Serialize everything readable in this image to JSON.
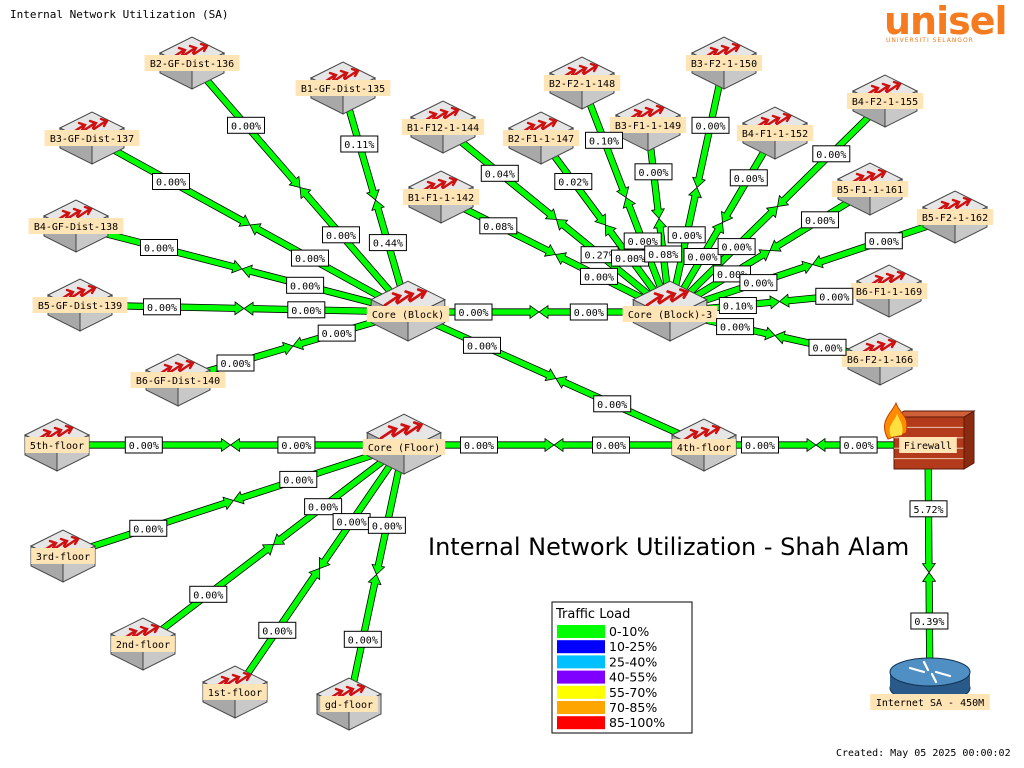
{
  "header": {
    "map_title": "Internal Network Utilization (SA)",
    "logo_text": "unisel",
    "logo_subtext": "UNIVERSITI SELANGOR",
    "logo_color": "#f47b20"
  },
  "main_title": "Internal Network Utilization - Shah Alam",
  "timestamp": "Created: May 05 2025 00:00:02",
  "colors": {
    "link_fill": "#00ff00",
    "link_stroke": "#000000",
    "label_bg": "#ffe4b5"
  },
  "legend": {
    "title": "Traffic Load",
    "items": [
      {
        "label": "0-10%",
        "color": "#00ff00"
      },
      {
        "label": "10-25%",
        "color": "#0000ff"
      },
      {
        "label": "25-40%",
        "color": "#00c0ff"
      },
      {
        "label": "40-55%",
        "color": "#8000ff"
      },
      {
        "label": "55-70%",
        "color": "#ffff00"
      },
      {
        "label": "70-85%",
        "color": "#ffa500"
      },
      {
        "label": "85-100%",
        "color": "#ff0000"
      }
    ]
  },
  "nodes": [
    {
      "id": "core_block",
      "label": "Core (Block)",
      "icon": "core-switch-icon"
    },
    {
      "id": "core_block3",
      "label": "Core (Block)-3",
      "icon": "core-switch-icon"
    },
    {
      "id": "core_floor",
      "label": "Core (Floor)",
      "icon": "core-switch-icon"
    },
    {
      "id": "fourth",
      "label": "4th-floor",
      "icon": "switch-icon"
    },
    {
      "id": "firewall",
      "label": "Firewall",
      "icon": "firewall-icon"
    },
    {
      "id": "internet",
      "label": "Internet SA - 450M",
      "icon": "router-icon"
    },
    {
      "id": "b2gf",
      "label": "B2-GF-Dist-136",
      "icon": "switch-icon"
    },
    {
      "id": "b1gf",
      "label": "B1-GF-Dist-135",
      "icon": "switch-icon"
    },
    {
      "id": "b3gf",
      "label": "B3-GF-Dist-137",
      "icon": "switch-icon"
    },
    {
      "id": "b4gf",
      "label": "B4-GF-Dist-138",
      "icon": "switch-icon"
    },
    {
      "id": "b5gf",
      "label": "B5-GF-Dist-139",
      "icon": "switch-icon"
    },
    {
      "id": "b6gf",
      "label": "B6-GF-Dist-140",
      "icon": "switch-icon"
    },
    {
      "id": "b2f2",
      "label": "B2-F2-1-148",
      "icon": "switch-icon"
    },
    {
      "id": "b3f2",
      "label": "B3-F2-1-150",
      "icon": "switch-icon"
    },
    {
      "id": "b1f12",
      "label": "B1-F12-1-144",
      "icon": "switch-icon"
    },
    {
      "id": "b2f1",
      "label": "B2-F1-1-147",
      "icon": "switch-icon"
    },
    {
      "id": "b3f1",
      "label": "B3-F1-1-149",
      "icon": "switch-icon"
    },
    {
      "id": "b4f2",
      "label": "B4-F2-1-155",
      "icon": "switch-icon"
    },
    {
      "id": "b4f1",
      "label": "B4-F1-1-152",
      "icon": "switch-icon"
    },
    {
      "id": "b1f1",
      "label": "B1-F1-1-142",
      "icon": "switch-icon"
    },
    {
      "id": "b5f1",
      "label": "B5-F1-1-161",
      "icon": "switch-icon"
    },
    {
      "id": "b5f2",
      "label": "B5-F2-1-162",
      "icon": "switch-icon"
    },
    {
      "id": "b6f1",
      "label": "B6-F1-1-169",
      "icon": "switch-icon"
    },
    {
      "id": "b6f2",
      "label": "B6-F2-1-166",
      "icon": "switch-icon"
    },
    {
      "id": "fifth",
      "label": "5th-floor",
      "icon": "switch-icon"
    },
    {
      "id": "third",
      "label": "3rd-floor",
      "icon": "switch-icon"
    },
    {
      "id": "second",
      "label": "2nd-floor",
      "icon": "switch-icon"
    },
    {
      "id": "first",
      "label": "1st-floor",
      "icon": "switch-icon"
    },
    {
      "id": "gd",
      "label": "gd-floor",
      "icon": "switch-icon"
    }
  ],
  "links": [
    {
      "from": "b2gf",
      "to": "core_block",
      "out": "0.00%",
      "in": "0.00%"
    },
    {
      "from": "b1gf",
      "to": "core_block",
      "out": "0.11%",
      "in": "0.44%"
    },
    {
      "from": "b3gf",
      "to": "core_block",
      "out": "0.00%",
      "in": "0.00%"
    },
    {
      "from": "b4gf",
      "to": "core_block",
      "out": "0.00%",
      "in": "0.00%"
    },
    {
      "from": "b5gf",
      "to": "core_block",
      "out": "0.00%",
      "in": "0.00%"
    },
    {
      "from": "b6gf",
      "to": "core_block",
      "out": "0.00%",
      "in": "0.00%"
    },
    {
      "from": "core_block",
      "to": "core_block3",
      "out": "0.00%",
      "in": "0.00%"
    },
    {
      "from": "core_block",
      "to": "fourth",
      "out": "0.00%",
      "in": "0.00%"
    },
    {
      "from": "b1f12",
      "to": "core_block3",
      "out": "0.04%",
      "in": "0.27%"
    },
    {
      "from": "b1f1",
      "to": "core_block3",
      "out": "0.08%",
      "in": "0.00%"
    },
    {
      "from": "b2f1",
      "to": "core_block3",
      "out": "0.02%",
      "in": "0.00%"
    },
    {
      "from": "b2f2",
      "to": "core_block3",
      "out": "0.10%",
      "in": "0.00%"
    },
    {
      "from": "b3f1",
      "to": "core_block3",
      "out": "0.00%",
      "in": "0.08%"
    },
    {
      "from": "b3f2",
      "to": "core_block3",
      "out": "0.00%",
      "in": "0.00%"
    },
    {
      "from": "b4f1",
      "to": "core_block3",
      "out": "0.00%",
      "in": "0.00%"
    },
    {
      "from": "b4f2",
      "to": "core_block3",
      "out": "0.00%",
      "in": "0.00%"
    },
    {
      "from": "b5f1",
      "to": "core_block3",
      "out": "0.00%",
      "in": "0.00%"
    },
    {
      "from": "b5f2",
      "to": "core_block3",
      "out": "0.00%",
      "in": "0.00%"
    },
    {
      "from": "b6f1",
      "to": "core_block3",
      "out": "0.00%",
      "in": "0.10%"
    },
    {
      "from": "b6f2",
      "to": "core_block3",
      "out": "0.00%",
      "in": "0.00%"
    },
    {
      "from": "fifth",
      "to": "core_floor",
      "out": "0.00%",
      "in": "0.00%"
    },
    {
      "from": "core_floor",
      "to": "fourth",
      "out": "0.00%",
      "in": "0.00%"
    },
    {
      "from": "third",
      "to": "core_floor",
      "out": "0.00%",
      "in": "0.00%"
    },
    {
      "from": "second",
      "to": "core_floor",
      "out": "0.00%",
      "in": "0.00%"
    },
    {
      "from": "first",
      "to": "core_floor",
      "out": "0.00%",
      "in": "0.00%"
    },
    {
      "from": "gd",
      "to": "core_floor",
      "out": "0.00%",
      "in": "0.00%"
    },
    {
      "from": "fourth",
      "to": "firewall",
      "out": "0.00%",
      "in": "0.00%"
    },
    {
      "from": "firewall",
      "to": "internet",
      "out": "5.72%",
      "in": "0.39%"
    }
  ]
}
